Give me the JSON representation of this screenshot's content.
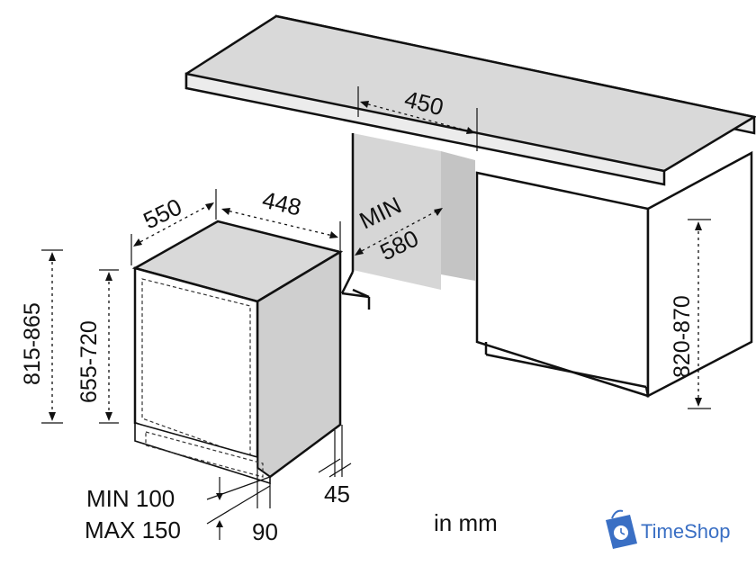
{
  "dimensions": {
    "niche_width": "450",
    "niche_depth_min": "MIN",
    "niche_depth_value": "580",
    "appliance_depth": "550",
    "appliance_width": "448",
    "height_total": "815-865",
    "height_door": "655-720",
    "height_niche": "820-870",
    "plinth_min": "MIN 100",
    "plinth_max": "MAX 150",
    "plinth_depth": "90",
    "plinth_gap": "45"
  },
  "units_label": "in mm",
  "brand": {
    "name": "TimeShop",
    "icon": "shopping-bag-clock-icon",
    "color": "#3a6fc4"
  }
}
